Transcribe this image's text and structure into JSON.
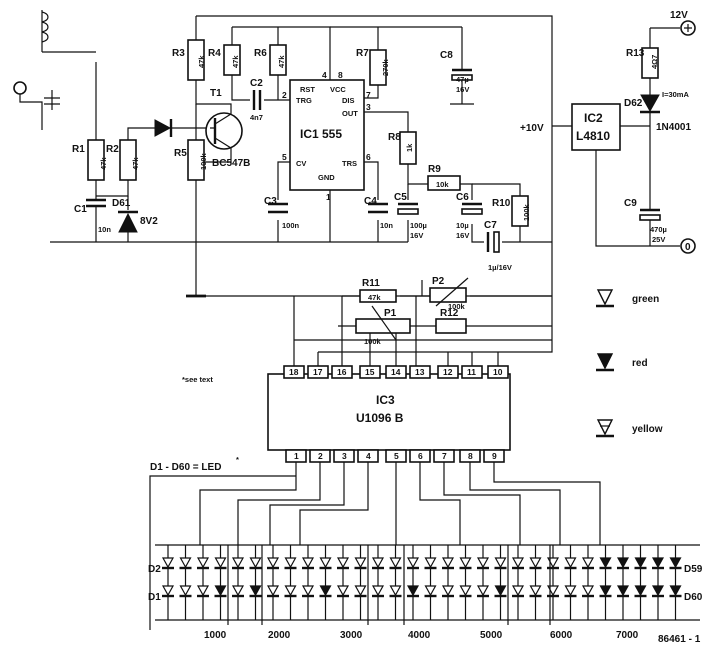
{
  "components": {
    "R1": {
      "ref": "R1",
      "value": "47k"
    },
    "R2": {
      "ref": "R2",
      "value": "47k"
    },
    "R3": {
      "ref": "R3",
      "value": "47k"
    },
    "R4": {
      "ref": "R4",
      "value": "47k"
    },
    "R5": {
      "ref": "R5",
      "value": "100k"
    },
    "R6": {
      "ref": "R6",
      "value": "47k"
    },
    "R7": {
      "ref": "R7",
      "value": "270k"
    },
    "R8": {
      "ref": "R8",
      "value": "1k"
    },
    "R9": {
      "ref": "R9",
      "value": "10k"
    },
    "R10": {
      "ref": "R10",
      "value": "100k"
    },
    "R11": {
      "ref": "R11",
      "value": "47k"
    },
    "R12": {
      "ref": "R12"
    },
    "R13": {
      "ref": "R13",
      "value": "4Ω7"
    },
    "P1": {
      "ref": "P1",
      "value": "100k"
    },
    "P2": {
      "ref": "P2",
      "value": "100k"
    },
    "C1": {
      "ref": "C1",
      "value": "10n"
    },
    "C2": {
      "ref": "C2",
      "value": "4n7"
    },
    "C3": {
      "ref": "C3",
      "value": "100n"
    },
    "C4": {
      "ref": "C4",
      "value": "10n"
    },
    "C5": {
      "ref": "C5",
      "value": "100µ",
      "voltage": "16V"
    },
    "C6": {
      "ref": "C6",
      "value": "10µ",
      "voltage": "16V"
    },
    "C7": {
      "ref": "C7",
      "value": "1µ/16V"
    },
    "C8": {
      "ref": "C8",
      "value": "47µ",
      "voltage": "16V"
    },
    "C9": {
      "ref": "C9",
      "value": "470µ",
      "voltage": "25V"
    },
    "D61": {
      "ref": "D61",
      "value": "8V2"
    },
    "D62": {
      "ref": "D62",
      "value": "1N4001"
    },
    "T1": {
      "ref": "T1",
      "value": "BC547B"
    },
    "IC1": {
      "ref": "IC1 555",
      "pins": {
        "rst": "RST",
        "vcc": "VCC",
        "trg": "TRG",
        "dis": "DIS",
        "out": "OUT",
        "cv": "CV",
        "trs": "TRS",
        "gnd": "GND"
      }
    },
    "IC2": {
      "ref": "IC2",
      "value": "L4810"
    },
    "IC3": {
      "ref": "IC3",
      "value": "U1096 B"
    }
  },
  "ic1_pin_numbers": [
    "4",
    "8",
    "2",
    "7",
    "3",
    "5",
    "6",
    "1"
  ],
  "ic3_top_pins": [
    "18",
    "17",
    "16",
    "15",
    "14",
    "13",
    "12",
    "11",
    "10"
  ],
  "ic3_bottom_pins": [
    "1",
    "2",
    "3",
    "4",
    "5",
    "6",
    "7",
    "8",
    "9"
  ],
  "supply": {
    "v12": "12V",
    "v10": "+10V",
    "current": "I=30mA",
    "ground": "0"
  },
  "notes": {
    "see_text": "*see text",
    "led_range": "D1 - D60 = LED",
    "led_mark": "*",
    "figure_no": "86461 - 1"
  },
  "led_labels": {
    "d2": "D2",
    "d1": "D1",
    "d59": "D59",
    "d60": "D60"
  },
  "scale": [
    "1000",
    "2000",
    "3000",
    "4000",
    "5000",
    "6000",
    "7000"
  ],
  "legend": [
    {
      "label": "green",
      "fill": "#ffffff"
    },
    {
      "label": "red",
      "fill": "#111111"
    },
    {
      "label": "yellow",
      "fill": "#ffffff"
    }
  ]
}
